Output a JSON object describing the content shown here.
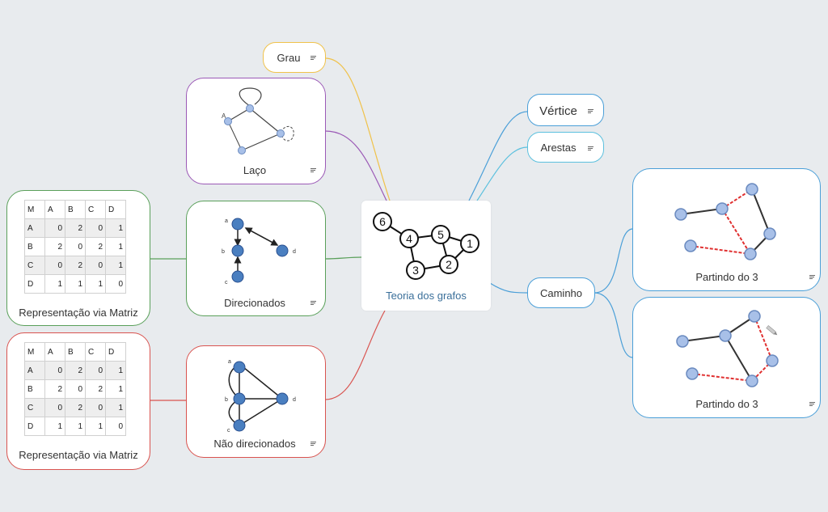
{
  "central": {
    "label": "Teoria dos grafos"
  },
  "left": {
    "grau": "Grau",
    "laco": "Laço",
    "direcionados": "Direcionados",
    "nao_direcionados": "Não direcionados",
    "matriz_top": "Representação via Matriz",
    "matriz_bottom": "Representação via Matriz"
  },
  "right": {
    "vertice": "Vértice",
    "arestas": "Arestas",
    "caminho": "Caminho",
    "partindo_1": "Partindo do 3",
    "partindo_2": "Partindo do 3"
  },
  "central_graph": {
    "nodes": [
      "6",
      "4",
      "5",
      "1",
      "3",
      "2"
    ]
  },
  "dir_graph": {
    "nodes": [
      "a",
      "b",
      "c",
      "d"
    ]
  },
  "undir_graph": {
    "nodes": [
      "a",
      "b",
      "c",
      "d"
    ]
  },
  "loop_graph": {
    "nodes": [
      "A"
    ]
  },
  "matrix": {
    "header": [
      "M",
      "A",
      "B",
      "C",
      "D"
    ],
    "rows": [
      [
        "A",
        "0",
        "2",
        "0",
        "1"
      ],
      [
        "B",
        "2",
        "0",
        "2",
        "1"
      ],
      [
        "C",
        "0",
        "2",
        "0",
        "1"
      ],
      [
        "D",
        "1",
        "1",
        "1",
        "0"
      ]
    ]
  },
  "colors": {
    "grau": "#f0c24a",
    "laco": "#9b59b6",
    "direcionados": "#5aa05a",
    "nao_direcionados": "#d9534f",
    "right": "#4a9fd8",
    "arestas": "#5bc0de",
    "path_highlight": "#e03030",
    "graph_node": "#4a7fc0",
    "light_node": "#a8c0e8"
  }
}
